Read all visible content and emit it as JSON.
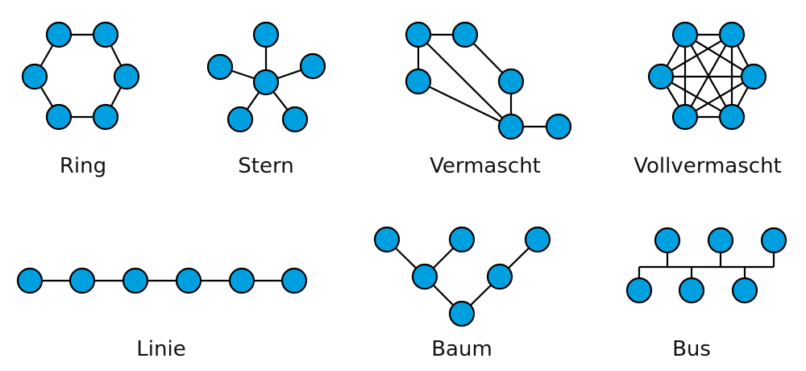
{
  "colors": {
    "node_fill": "#00a0e0",
    "stroke": "#000000",
    "background": "#ffffff"
  },
  "topologies": [
    {
      "id": "ring",
      "label": "Ring",
      "nodes": 6,
      "edges": [
        [
          0,
          1
        ],
        [
          1,
          3
        ],
        [
          3,
          5
        ],
        [
          5,
          4
        ],
        [
          4,
          2
        ],
        [
          2,
          0
        ]
      ]
    },
    {
      "id": "stern",
      "label": "Stern",
      "nodes": 6,
      "edges": [
        [
          0,
          1
        ],
        [
          0,
          2
        ],
        [
          0,
          3
        ],
        [
          0,
          4
        ],
        [
          0,
          5
        ]
      ]
    },
    {
      "id": "vermascht",
      "label": "Vermascht",
      "nodes": 6,
      "edges": [
        [
          0,
          1
        ],
        [
          0,
          2
        ],
        [
          0,
          4
        ],
        [
          1,
          3
        ],
        [
          2,
          4
        ],
        [
          3,
          4
        ],
        [
          4,
          5
        ]
      ]
    },
    {
      "id": "vollvermascht",
      "label": "Vollvermascht",
      "nodes": 6,
      "edges": "complete"
    },
    {
      "id": "linie",
      "label": "Linie",
      "nodes": 6,
      "edges": [
        [
          0,
          1
        ],
        [
          1,
          2
        ],
        [
          2,
          3
        ],
        [
          3,
          4
        ],
        [
          4,
          5
        ]
      ]
    },
    {
      "id": "baum",
      "label": "Baum",
      "nodes": 6,
      "edges": [
        [
          0,
          3
        ],
        [
          1,
          3
        ],
        [
          3,
          5
        ],
        [
          2,
          4
        ],
        [
          4,
          5
        ]
      ]
    },
    {
      "id": "bus",
      "label": "Bus",
      "nodes": 6,
      "edges": "shared-bus"
    }
  ]
}
